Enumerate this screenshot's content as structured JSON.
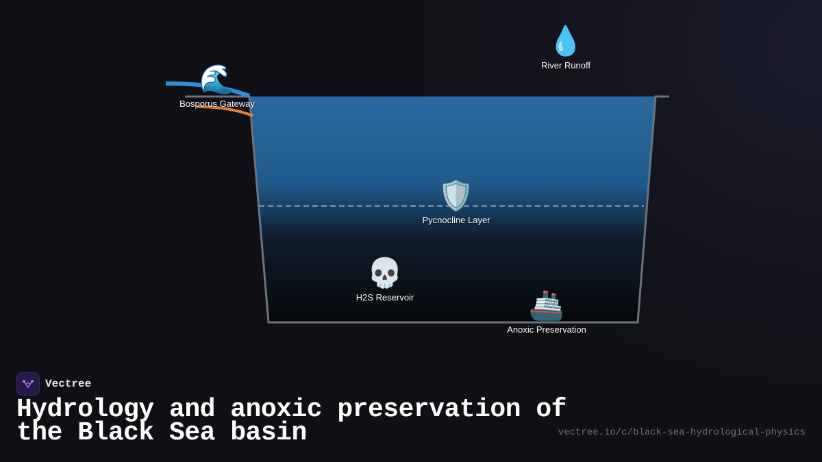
{
  "diagram": {
    "nodes": {
      "river_runoff": {
        "icon": "water-droplet-icon",
        "emoji": "💧",
        "label": "River Runoff"
      },
      "bosporus": {
        "icon": "ocean-wave-icon",
        "emoji": "🌊",
        "label": "Bosporus Gateway"
      },
      "pycnocline": {
        "icon": "shield-icon",
        "emoji": "🛡️",
        "label": "Pycnocline Layer"
      },
      "h2s": {
        "icon": "skull-icon",
        "emoji": "💀",
        "label": "H2S Reservoir"
      },
      "anoxic": {
        "icon": "ship-icon",
        "emoji": "🚢",
        "label": "Anoxic Preservation"
      }
    },
    "colors": {
      "inflow": "#2f8fdc",
      "outflow": "#e8833a",
      "basin_top": "#2a6aa0",
      "basin_bottom": "#07080b",
      "basin_wall": "#6b7280",
      "pycnocline_line": "#8fa3b8"
    }
  },
  "brand": {
    "name": "Vectree",
    "icon": "vectree-logo-icon"
  },
  "title": "Hydrology and anoxic preservation of the Black Sea basin",
  "url": "vectree.io/c/black-sea-hydrological-physics"
}
